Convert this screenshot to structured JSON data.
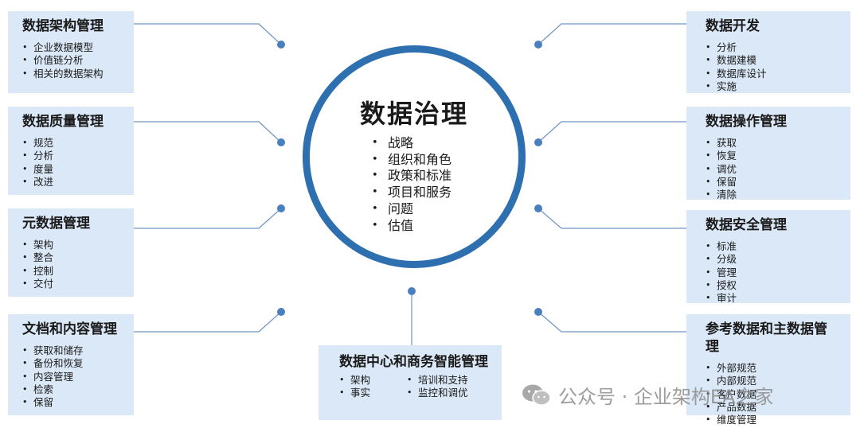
{
  "center": {
    "title": "数据治理",
    "items": [
      "战略",
      "组织和角色",
      "政策和标准",
      "项目和服务",
      "问题",
      "估值"
    ]
  },
  "boxes": {
    "arch": {
      "title": "数据架构管理",
      "items": [
        "企业数据模型",
        "价值链分析",
        "相关的数据架构"
      ]
    },
    "quality": {
      "title": "数据质量管理",
      "items": [
        "规范",
        "分析",
        "度量",
        "改进"
      ]
    },
    "meta": {
      "title": "元数据管理",
      "items": [
        "架构",
        "整合",
        "控制",
        "交付"
      ]
    },
    "doc": {
      "title": "文档和内容管理",
      "items": [
        "获取和储存",
        "备份和恢复",
        "内容管理",
        "检索",
        "保留"
      ]
    },
    "dev": {
      "title": "数据开发",
      "items": [
        "分析",
        "数据建模",
        "数据库设计",
        "实施"
      ]
    },
    "ops": {
      "title": "数据操作管理",
      "items": [
        "获取",
        "恢复",
        "调优",
        "保留",
        "清除"
      ]
    },
    "security": {
      "title": "数据安全管理",
      "items": [
        "标准",
        "分级",
        "管理",
        "授权",
        "审计"
      ]
    },
    "ref": {
      "title": "参考数据和主数据管理",
      "items": [
        "外部规范",
        "内部规范",
        "客户数据",
        "产品数据",
        "维度管理"
      ]
    },
    "dw": {
      "title": "数据中心和商务智能管理",
      "col1": [
        "架构",
        "事实"
      ],
      "col2": [
        "培训和支持",
        "监控和调优"
      ]
    }
  },
  "watermark": {
    "text": "公众号 · 企业架构EA之家"
  },
  "colors": {
    "box_fill": "#dbe8f7",
    "circle_stroke": "#2e6fb0",
    "connector": "#6f95c4",
    "dot": "#4a7fbf"
  }
}
